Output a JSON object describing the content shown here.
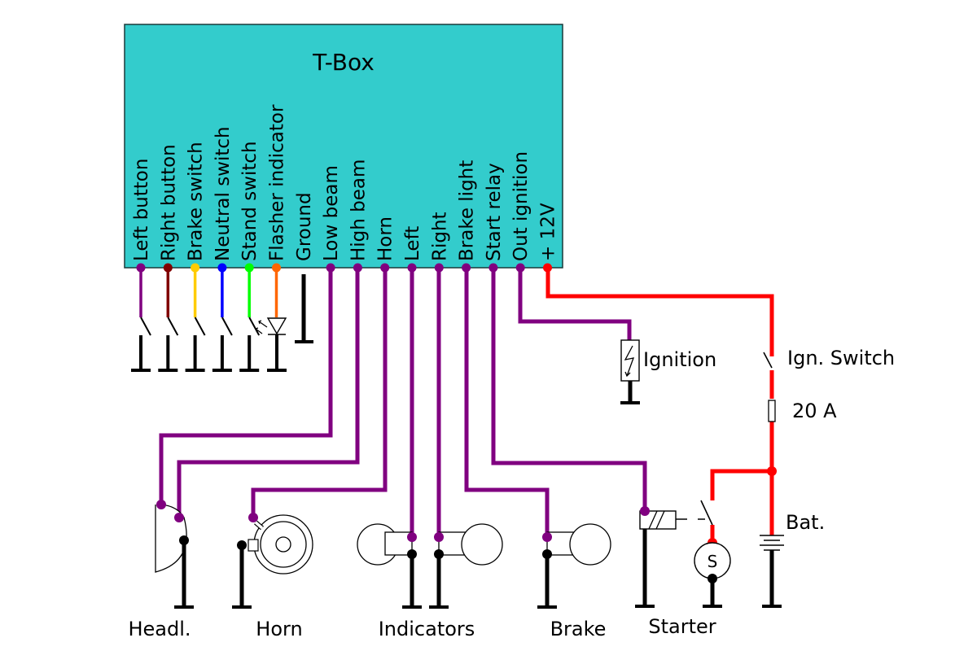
{
  "tbox": {
    "title": "T-Box",
    "fill_color": "#33cccc",
    "pins": [
      {
        "label": "Left button",
        "color": "#800080"
      },
      {
        "label": "Right button",
        "color": "#800000"
      },
      {
        "label": "Brake switch",
        "color": "#ffcc00"
      },
      {
        "label": "Neutral switch",
        "color": "#0000ff"
      },
      {
        "label": "Stand switch",
        "color": "#00ff00"
      },
      {
        "label": "Flasher indicator",
        "color": "#ff6600"
      },
      {
        "label": "Ground",
        "color": "#000000"
      },
      {
        "label": "Low beam",
        "color": "#800080"
      },
      {
        "label": "High beam",
        "color": "#800080"
      },
      {
        "label": "Horn",
        "color": "#800080"
      },
      {
        "label": "Left",
        "color": "#800080"
      },
      {
        "label": "Right",
        "color": "#800080"
      },
      {
        "label": "Brake light",
        "color": "#800080"
      },
      {
        "label": "Start relay",
        "color": "#800080"
      },
      {
        "label": "Out ignition",
        "color": "#800080"
      },
      {
        "label": "+ 12V",
        "color": "#ff0000"
      }
    ]
  },
  "components": {
    "ignition": "Ignition",
    "ign_switch": "Ign. Switch",
    "fuse": "20 A",
    "battery": "Bat.",
    "headlight": "Headl.",
    "horn": "Horn",
    "indicators": "Indicators",
    "brake": "Brake",
    "starter": "Starter",
    "starter_motor_symbol": "S"
  },
  "colors": {
    "signal_wire": "#800080",
    "power_wire": "#ff0000",
    "ground_wire": "#000000"
  }
}
